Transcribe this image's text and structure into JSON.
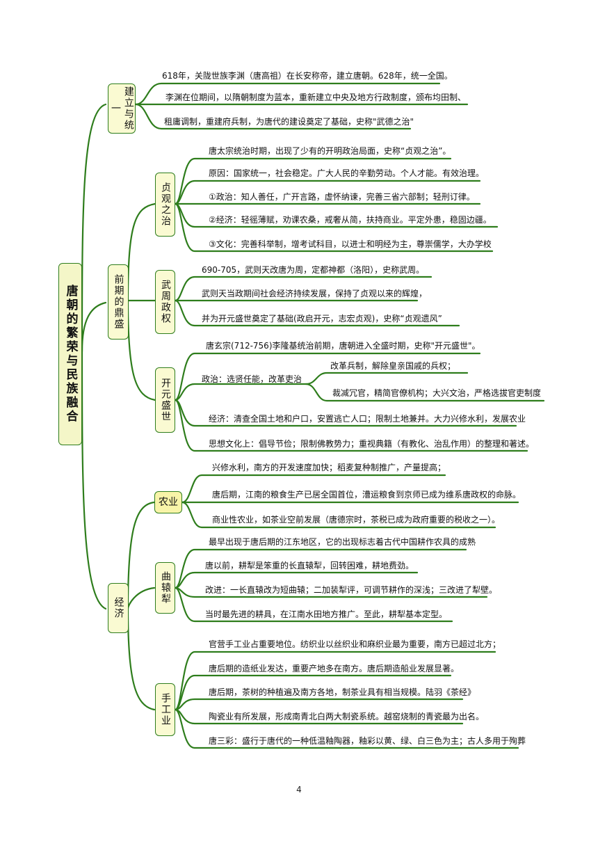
{
  "root": "唐朝的繁荣与民族融合",
  "sections": [
    {
      "id": "jianli",
      "label": "建立与统一",
      "items": [
        "618年，关陇世族李渊（唐高祖）在长安称帝，建立唐朝。628年，统一全国。",
        "李渊在位期间，以隋朝制度为蓝本，重新建立中央及地方行政制度，颁布均田制、",
        "租庸调制，重建府兵制，为唐代的建设奠定了基础，史称\"武德之治\""
      ]
    },
    {
      "id": "qianqi",
      "label": "前期的鼎盛",
      "subsections": [
        {
          "id": "zhenguan",
          "label": "贞观之治",
          "items": [
            "唐太宗统治时期，出现了少有的开明政治局面，史称“贞观之治”。",
            "原因：国家统一，社会稳定。广大人民的辛勤劳动。个人才能。有效治理。",
            "①政治：知人善任，广开言路，虚怀纳谏，完善三省六部制；轻刑订律。",
            "②经济：轻徭薄赋，劝课农桑，戒奢从简，扶持商业。平定外患，稳固边疆。",
            "③文化：完善科举制，增考试科目，以进士和明经为主，尊崇儒学，大办学校"
          ]
        },
        {
          "id": "wuzhou",
          "label": "武周政权",
          "items": [
            "690-705，武则天改唐为周，定都神都（洛阳），史称武周。",
            "武则天当政期间社会经济持续发展，保持了贞观以来的辉煌，",
            "并为开元盛世奠定了基础(政启开元，志宏贞观)，史称“贞观遗风”"
          ]
        },
        {
          "id": "kaiyuan",
          "label": "开元盛世",
          "items": [
            "唐玄宗(712-756)李隆基统治前期，唐朝进入全盛时期，史称\"开元盛世\"。",
            "政治：选贤任能，改革吏治",
            "经济：清查全国土地和户口，安置逃亡人口；限制土地兼并。大力兴修水利，发展农业",
            "思想文化上：倡导节俭；限制佛教势力；重视典籍（有教化、治乱作用）的整理和著述。"
          ],
          "politics_sub": [
            "改革兵制，解除皇亲国戚的兵权；",
            "裁减冗官，精简官僚机构；大兴文治，严格选拔官吏制度"
          ]
        }
      ]
    },
    {
      "id": "jingji",
      "label": "经济",
      "subsections": [
        {
          "id": "nongye",
          "label": "农业",
          "items": [
            "兴修水利，南方的开发速度加快；稻麦复种制推广，产量提高；",
            "唐后期，江南的粮食生产已居全国首位，漕运粮食到京师已成为维系唐政权的命脉。",
            "商业性农业，如茶业空前发展（唐德宗时，茶税已成为政府重要的税收之一）。"
          ]
        },
        {
          "id": "quyuanli",
          "label": "曲辕犁",
          "items": [
            "最早出现于唐后期的江东地区，它的出现标志着古代中国耕作农具的成熟",
            "唐以前，耕犁是笨重的长直辕犁，回转困难，耕地费劲。",
            "改进：一长直辕改为短曲辕；二加装犁评，可调节耕作的深浅；三改进了犁壁。",
            "当时最先进的耕具，在江南水田地方推广。至此，耕犁基本定型。"
          ]
        },
        {
          "id": "shougongye",
          "label": "手工业",
          "items": [
            "官营手工业占重要地位。纺织业以丝织业和麻织业最为重要，南方已超过北方；",
            "唐后期的造纸业发达，重要产地多在南方。唐后期造船业发展显著。",
            "唐后期，茶树的种植遍及南方各地，制茶业具有相当规模。陆羽《茶经》",
            "陶瓷业有所发展，形成南青北白两大制瓷系统。越窑烧制的青瓷最为出名。",
            "唐三彩：盛行于唐代的一种低温釉陶器，釉彩以黄、绿、白三色为主；古人多用于殉葬"
          ]
        }
      ]
    }
  ],
  "page_number": "4",
  "colors": {
    "line": "#2e7d1c",
    "box_fill": "#fafad2",
    "box_border": "#2e7d1c"
  }
}
